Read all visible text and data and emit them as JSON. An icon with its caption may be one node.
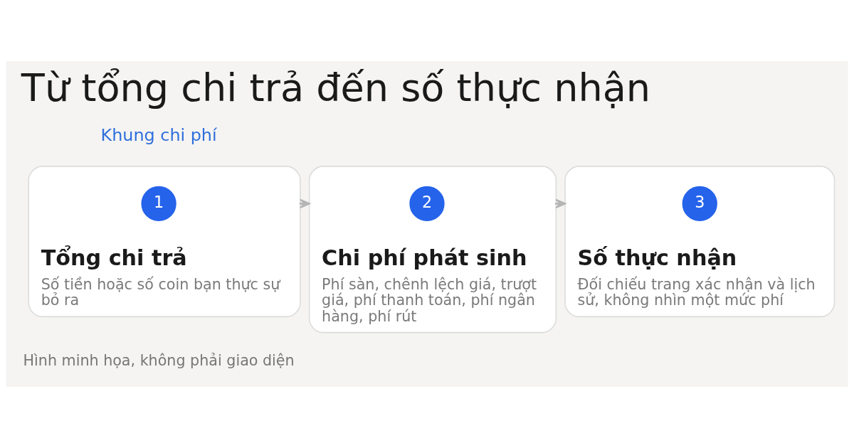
{
  "diagram": {
    "title": "Từ tổng chi trả đến số thực nhận",
    "nodes": [
      {
        "text": [
          "Tổng chi trả",
          "Số tiền hoặc số coin bạn thực sự bỏ ra"
        ]
      },
      {
        "text": [
          "1"
        ],
        "in": 0
      },
      {
        "text": [
          "Chi phí phát sinh",
          "Phí sàn, chênh lệch giá, trượt giá, phí thanh toán, phí ngân hàng, phí rút"
        ]
      },
      {
        "text": [
          "2"
        ],
        "in": 2
      },
      {
        "text": [
          "Số thực nhận",
          "Đối chiếu trang xác nhận và lịch sử, không nhìn một mức phí"
        ]
      },
      {
        "text": [
          "3"
        ],
        "in": 4
      }
    ],
    "edges": [
      {
        "from": 0,
        "to": 2,
        "arrow": "to"
      },
      {
        "from": 2,
        "to": 4,
        "arrow": "to"
      }
    ],
    "labels": [
      "Khung chi phí",
      "Hình minh họa, không phải giao diện"
    ]
  }
}
